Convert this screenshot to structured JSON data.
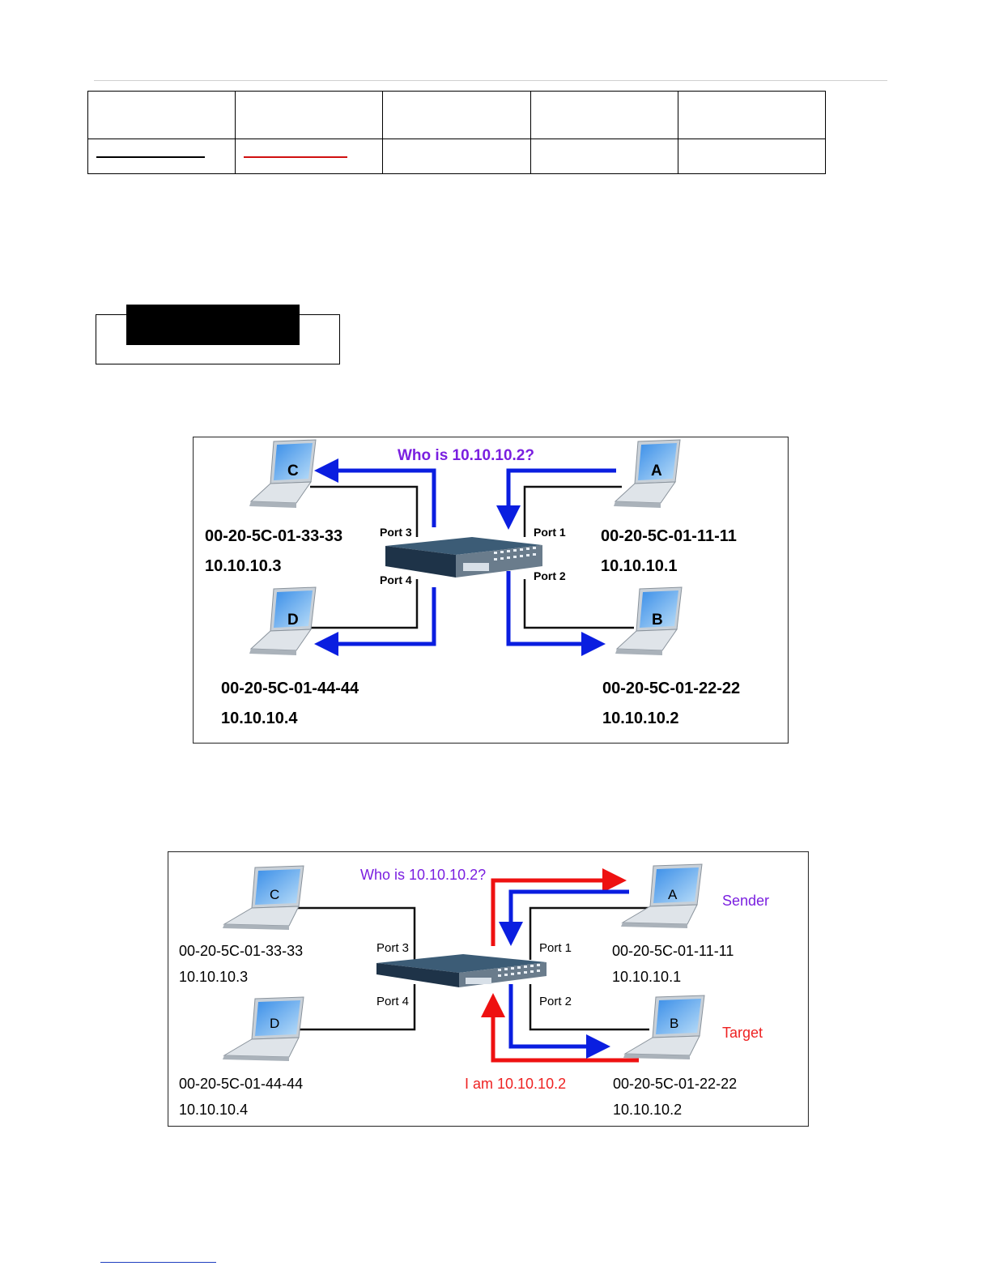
{
  "diagram1": {
    "question": "Who is 10.10.10.2?",
    "hosts": {
      "c": {
        "letter": "C",
        "mac": "00-20-5C-01-33-33",
        "ip": "10.10.10.3"
      },
      "a": {
        "letter": "A",
        "mac": "00-20-5C-01-11-11",
        "ip": "10.10.10.1"
      },
      "d": {
        "letter": "D",
        "mac": "00-20-5C-01-44-44",
        "ip": "10.10.10.4"
      },
      "b": {
        "letter": "B",
        "mac": "00-20-5C-01-22-22",
        "ip": "10.10.10.2"
      }
    },
    "ports": {
      "p1": "Port 1",
      "p2": "Port 2",
      "p3": "Port 3",
      "p4": "Port 4"
    }
  },
  "diagram2": {
    "question": "Who is 10.10.10.2?",
    "reply": "I am 10.10.10.2",
    "sender": "Sender",
    "target": "Target",
    "hosts": {
      "c": {
        "letter": "C",
        "mac": "00-20-5C-01-33-33",
        "ip": "10.10.10.3"
      },
      "a": {
        "letter": "A",
        "mac": "00-20-5C-01-11-11",
        "ip": "10.10.10.1"
      },
      "d": {
        "letter": "D",
        "mac": "00-20-5C-01-44-44",
        "ip": "10.10.10.4"
      },
      "b": {
        "letter": "B",
        "mac": "00-20-5C-01-22-22",
        "ip": "10.10.10.2"
      }
    },
    "ports": {
      "p1": "Port 1",
      "p2": "Port 2",
      "p3": "Port 3",
      "p4": "Port 4"
    }
  },
  "colors": {
    "blue_arrow": "#0a1ee0",
    "red_arrow": "#ee1111",
    "purple_text": "#7a1fe0",
    "red_text": "#ee2222"
  }
}
